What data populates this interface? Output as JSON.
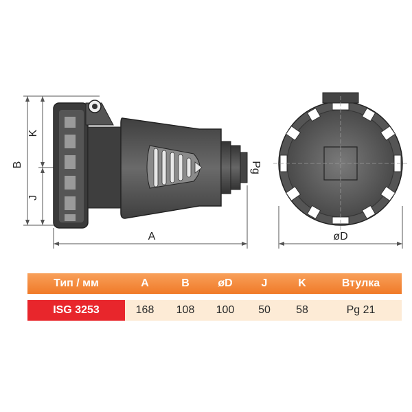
{
  "drawing": {
    "side_view_labels": {
      "A": "A",
      "B": "B",
      "K": "K",
      "J": "J",
      "Pg": "Pg"
    },
    "front_view_labels": {
      "D": "øD"
    }
  },
  "colors": {
    "header_orange": "#f07a28",
    "type_red": "#e8262c",
    "row_bg": "#fdebd6",
    "body_dark": "#4a4a4a",
    "body_grey": "#5a5a5a"
  },
  "table": {
    "headers": [
      "Тип / мм",
      "A",
      "B",
      "øD",
      "J",
      "K",
      "Втулка"
    ],
    "rows": [
      [
        "ISG 3253",
        "168",
        "108",
        "100",
        "50",
        "58",
        "Pg 21"
      ]
    ]
  }
}
